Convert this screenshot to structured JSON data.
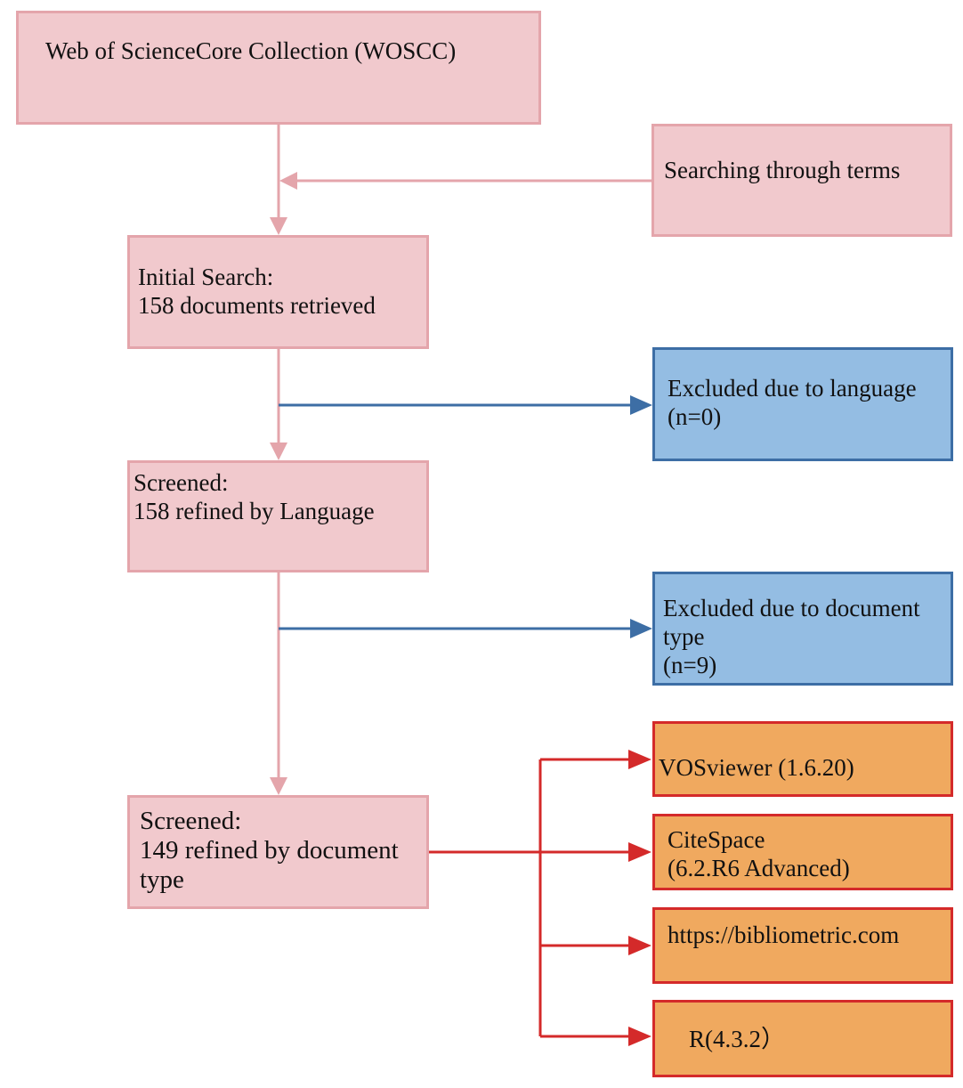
{
  "nodes": {
    "woscc": {
      "text": "Web of ScienceCore Collection (WOSCC)"
    },
    "terms": {
      "text": "Searching through terms"
    },
    "initial": {
      "line1": "Initial Search:",
      "line2": "158 documents retrieved"
    },
    "lang_excluded": {
      "line1": "Excluded due to language",
      "line2": "(n=0)"
    },
    "screened_lang": {
      "line1": "Screened:",
      "line2": "158 refined by Language"
    },
    "doctype_excluded": {
      "line1": "Excluded due to document",
      "line2": "type",
      "line3": "(n=9)"
    },
    "screened_doctype": {
      "line1": "Screened:",
      "line2": "149 refined by document",
      "line3": "type"
    },
    "tools": [
      {
        "line1": "VOSviewer (1.6.20)"
      },
      {
        "line1": "CiteSpace",
        "line2": "(6.2.R6 Advanced)"
      },
      {
        "line1": "https://bibliometric.com"
      },
      {
        "line1": "R(4.3.2）"
      }
    ]
  },
  "colors": {
    "pink_fill": "#f1c9cd",
    "pink_line": "#e4a5ab",
    "blue_fill": "#94bde3",
    "blue_line": "#3d6ea5",
    "orange_fill": "#f0a95f",
    "red_line": "#d42a2a"
  }
}
